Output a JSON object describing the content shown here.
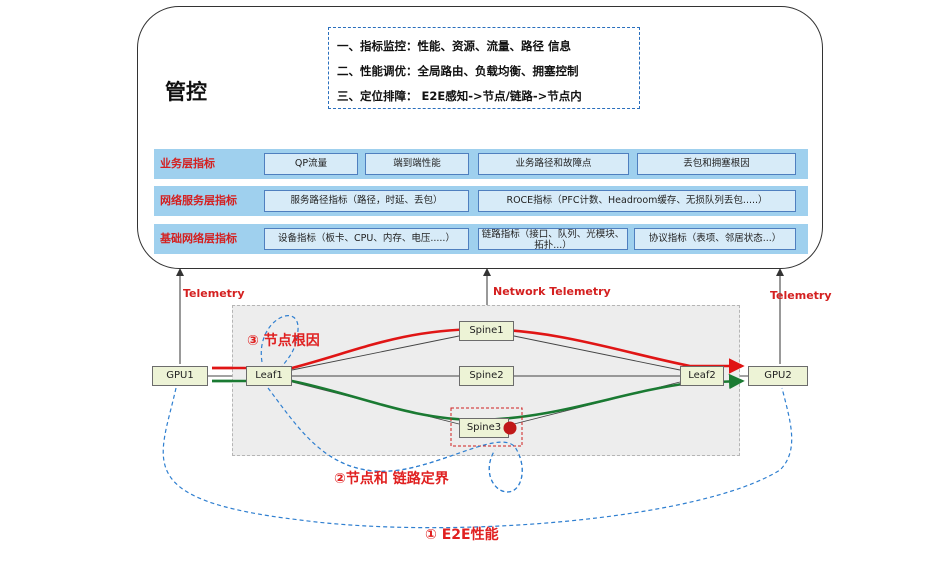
{
  "panel": {
    "title": "管控",
    "goals": [
      "一、指标监控：性能、资源、流量、路径 信息",
      "二、性能调优：全局路由、负载均衡、拥塞控制",
      "三、定位排障： E2E感知->节点/链路->节点内"
    ],
    "layers": [
      {
        "label": "业务层指标",
        "cells": [
          "QP流量",
          "端到端性能",
          "业务路径和故障点",
          "丢包和拥塞根因"
        ]
      },
      {
        "label": "网络服务层指标",
        "cells": [
          "服务路径指标（路径，时延、丢包）",
          "ROCE指标（PFC计数、Headroom缓存、无损队列丢包.....）"
        ]
      },
      {
        "label": "基础网络层指标",
        "cells": [
          "设备指标（板卡、CPU、内存、电压.....）",
          "链路指标（接口、队列、光模块、拓扑...）",
          "协议指标（表项、邻居状态...）"
        ]
      }
    ]
  },
  "telemetry": {
    "left": "Telemetry",
    "center": "Network Telemetry",
    "right": "Telemetry"
  },
  "nodes": {
    "gpu1": "GPU1",
    "gpu2": "GPU2",
    "leaf1": "Leaf1",
    "leaf2": "Leaf2",
    "spine1": "Spine1",
    "spine2": "Spine2",
    "spine3": "Spine3"
  },
  "annotations": {
    "node_root_cause": "③ 节点根因",
    "node_link_boundary": "②节点和 链路定界",
    "e2e_performance": "① E2E性能"
  },
  "colors": {
    "red_path": "#e01515",
    "green_path": "#1a7a32",
    "dashed_loop": "#2f7fd0",
    "layer_bg": "#9fd0ee",
    "label_red": "#d42020"
  }
}
